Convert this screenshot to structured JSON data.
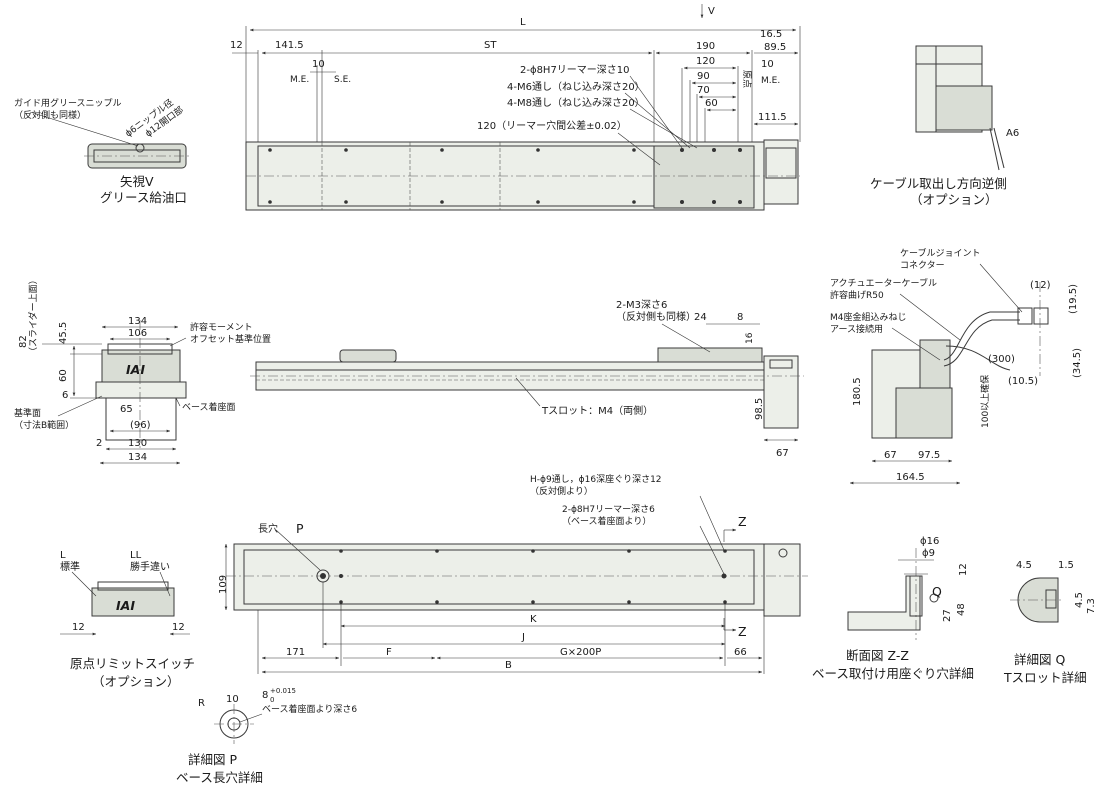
{
  "dims": {
    "L": "L",
    "ST": "ST",
    "d12": "12",
    "d141_5": "141.5",
    "d10a": "10",
    "me1": "M.E.",
    "se": "S.E.",
    "d190": "190",
    "d120": "120",
    "d90": "90",
    "d70": "70",
    "d60": "60",
    "d16_5": "16.5",
    "d89_5": "89.5",
    "d10b": "10",
    "me2": "M.E.",
    "genten": "原点",
    "d111_5": "111.5",
    "v_arrow": "V",
    "hole1": "2-ϕ8H7リーマー深さ10",
    "hole2": "4-M6通し（ねじ込み深さ20）",
    "hole3": "4-M8通し（ねじ込み深さ20）",
    "hole4": "120（リーマー穴間公差±0.02）",
    "d134a": "134",
    "d106": "106",
    "d82": "82",
    "slider_top": "（スライダー上面）",
    "d45_5": "45.5",
    "d60b": "60",
    "d6": "6",
    "d65": "65",
    "d96": "(96)",
    "d2": "2",
    "d130": "130",
    "d134b": "134",
    "moment1": "許容モーメント",
    "moment2": "オフセット基準位置",
    "ref1": "基準面",
    "ref2": "（寸法B範囲）",
    "base_seat": "ベース着座面",
    "m3a": "2-M3深さ6",
    "m3b": "（反対側も同様）",
    "d24": "24",
    "d8": "8",
    "d16": "16",
    "tslot": "Tスロット：M4（両側）",
    "d98_5": "98.5",
    "d67a": "67",
    "hole5": "H-ϕ9通し，ϕ16深座ぐり深さ12",
    "hole5b": "（反対側より）",
    "hole6": "2-ϕ8H7リーマー深さ6",
    "hole6b": "（ベース着座面より）",
    "long_hole": "長穴",
    "p": "P",
    "z1": "Z",
    "z2": "Z",
    "d109": "109",
    "K": "K",
    "J": "J",
    "d171": "171",
    "F": "F",
    "G": "G×200P",
    "d66": "66",
    "B": "B",
    "grease1": "ガイド用グリースニップル",
    "grease2": "（反対側も同様）",
    "grease3": "ϕ6ニップル径",
    "grease4": "ϕ12開口部",
    "a6": "A6",
    "cable1": "ケーブルジョイント",
    "cable2": "コネクター",
    "cable3": "アクチュエーターケーブル",
    "cable4": "許容曲げR50",
    "cable5": "M4座金組込みねじ",
    "cable6": "アース接続用",
    "d12b": "(12)",
    "d19_5": "(19.5)",
    "d300": "(300)",
    "d10_5": "(10.5)",
    "d34_5": "(34.5)",
    "d180_5": "180.5",
    "d67b": "67",
    "d97_5": "97.5",
    "d164_5": "164.5",
    "d100": "100以上確保",
    "phi16": "ϕ16",
    "phi9": "ϕ9",
    "d12c": "12",
    "d27": "27",
    "d48": "48",
    "q": "Q",
    "d4_5": "4.5",
    "d1_5": "1.5",
    "d4_5b": "4.5",
    "d7_3": "7.3",
    "L_label": "L",
    "std": "標準",
    "LL": "LL",
    "custom": "勝手違い",
    "d12d": "12",
    "d12e": "12",
    "d10c": "10",
    "d8tol": "8",
    "tol_up": "+0.015",
    "tol_dn": "0",
    "depth6": "ベース着座面より深さ6",
    "r": "R"
  },
  "labels": {
    "view_v1": "矢視V",
    "view_v2": "グリース給油口",
    "cable_rev1": "ケーブル取出し方向逆側",
    "cable_rev2": "（オプション）",
    "origin1": "原点リミットスイッチ",
    "origin2": "（オプション）",
    "detail_p1": "詳細図 P",
    "detail_p2": "ベース長穴詳細",
    "section1": "断面図 Z-Z",
    "section2": "ベース取付け用座ぐり穴詳細",
    "detail_q1": "詳細図 Q",
    "detail_q2": "Tスロット詳細",
    "logo": "IAI"
  }
}
